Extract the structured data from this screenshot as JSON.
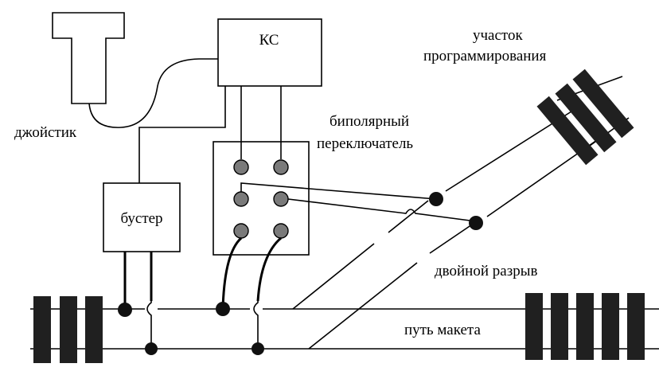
{
  "labels": {
    "ks": "КС",
    "joystick": "джойстик",
    "booster": "бустер",
    "switch_line1": "биполярный",
    "switch_line2": "переключатель",
    "prog_line1": "участок",
    "prog_line2": "программирования",
    "double_gap": "двойной разрыв",
    "layout_track": "путь макета"
  }
}
